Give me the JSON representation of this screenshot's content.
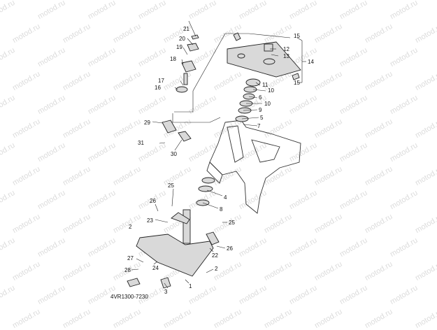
{
  "watermark": "motod.ru",
  "diagram_code": "4VR1300-7230",
  "callouts": {
    "c1": "1",
    "c2a": "2",
    "c2b": "2",
    "c3": "3",
    "c4": "4",
    "c5": "5",
    "c6": "6",
    "c7": "7",
    "c8": "8",
    "c9": "9",
    "c10a": "10",
    "c10b": "10",
    "c11": "11",
    "c12": "12",
    "c13": "13",
    "c14": "14",
    "c15a": "15",
    "c15b": "15",
    "c16": "16",
    "c17": "17",
    "c18": "18",
    "c19": "19",
    "c20": "20",
    "c21": "21",
    "c22": "22",
    "c23": "23",
    "c24": "24",
    "c25a": "25",
    "c25b": "25",
    "c26a": "26",
    "c26b": "26",
    "c27": "27",
    "c28": "28",
    "c29": "29",
    "c30": "30",
    "c31": "31"
  }
}
